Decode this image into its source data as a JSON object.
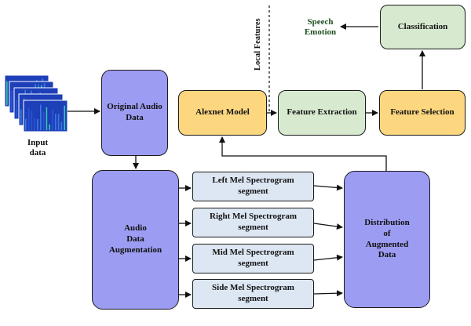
{
  "input": {
    "label_line1": "Input",
    "label_line2": "data"
  },
  "original_audio": {
    "line1": "Original Audio",
    "line2": "Data"
  },
  "augmentation": {
    "line1": "Audio",
    "line2": "Data",
    "line3": "Augmentation"
  },
  "segments": [
    {
      "line1": "Left Mel Spectrogram",
      "line2": "segment"
    },
    {
      "line1": "Right Mel Spectrogram",
      "line2": "segment"
    },
    {
      "line1": "Mid Mel Spectrogram",
      "line2": "segment"
    },
    {
      "line1": "Side Mel Spectrogram",
      "line2": "segment"
    }
  ],
  "distribution": {
    "line1": "Distribution",
    "line2": "of",
    "line3": "Augmented",
    "line4": "Data"
  },
  "alexnet": {
    "label": "Alexnet Model"
  },
  "feature_extraction": {
    "label": "Feature Extraction"
  },
  "feature_selection": {
    "label": "Feature Selection"
  },
  "classification": {
    "label": "Classification"
  },
  "speech_emotion": {
    "line1": "Speech",
    "line2": "Emotion"
  },
  "local_features": {
    "label": "Local Features"
  },
  "colors": {
    "purple": "#9c9cf2",
    "blue": "#dde7f4",
    "yellow": "#fcd77f",
    "green": "#d7ead0"
  }
}
